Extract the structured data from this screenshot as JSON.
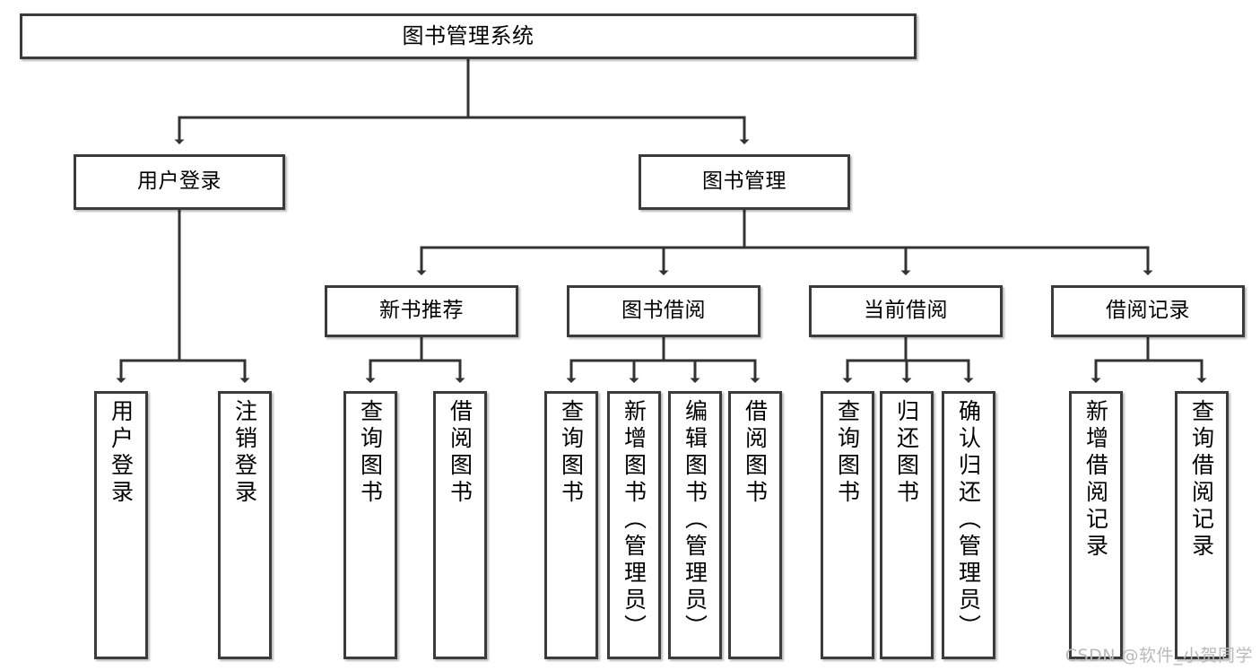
{
  "diagram": {
    "title": "图书管理系统",
    "type": "tree",
    "colors": {
      "box_border": "#3b3b3b",
      "box_fill": "#ffffff",
      "connector": "#333333",
      "text": "#000000",
      "watermark": "#b9b9b9",
      "background": "#ffffff"
    },
    "root": {
      "label": "图书管理系统"
    },
    "level2": [
      {
        "label": "用户登录"
      },
      {
        "label": "图书管理"
      }
    ],
    "level3": [
      {
        "label": "新书推荐"
      },
      {
        "label": "图书借阅"
      },
      {
        "label": "当前借阅"
      },
      {
        "label": "借阅记录"
      }
    ],
    "leaves": {
      "user_login": [
        {
          "label": "用户登录"
        },
        {
          "label": "注销登录"
        }
      ],
      "new_book_recommend": [
        {
          "label": "查询图书"
        },
        {
          "label": "借阅图书"
        }
      ],
      "book_borrow": [
        {
          "label": "查询图书"
        },
        {
          "label": "新增图书（管理员）"
        },
        {
          "label": "编辑图书（管理员）"
        },
        {
          "label": "借阅图书"
        }
      ],
      "current_borrow": [
        {
          "label": "查询图书"
        },
        {
          "label": "归还图书"
        },
        {
          "label": "确认归还（管理员）"
        }
      ],
      "borrow_records": [
        {
          "label": "新增借阅记录"
        },
        {
          "label": "查询借阅记录"
        }
      ]
    }
  },
  "watermark": {
    "text": "CSDN @软件_小贺同学"
  }
}
